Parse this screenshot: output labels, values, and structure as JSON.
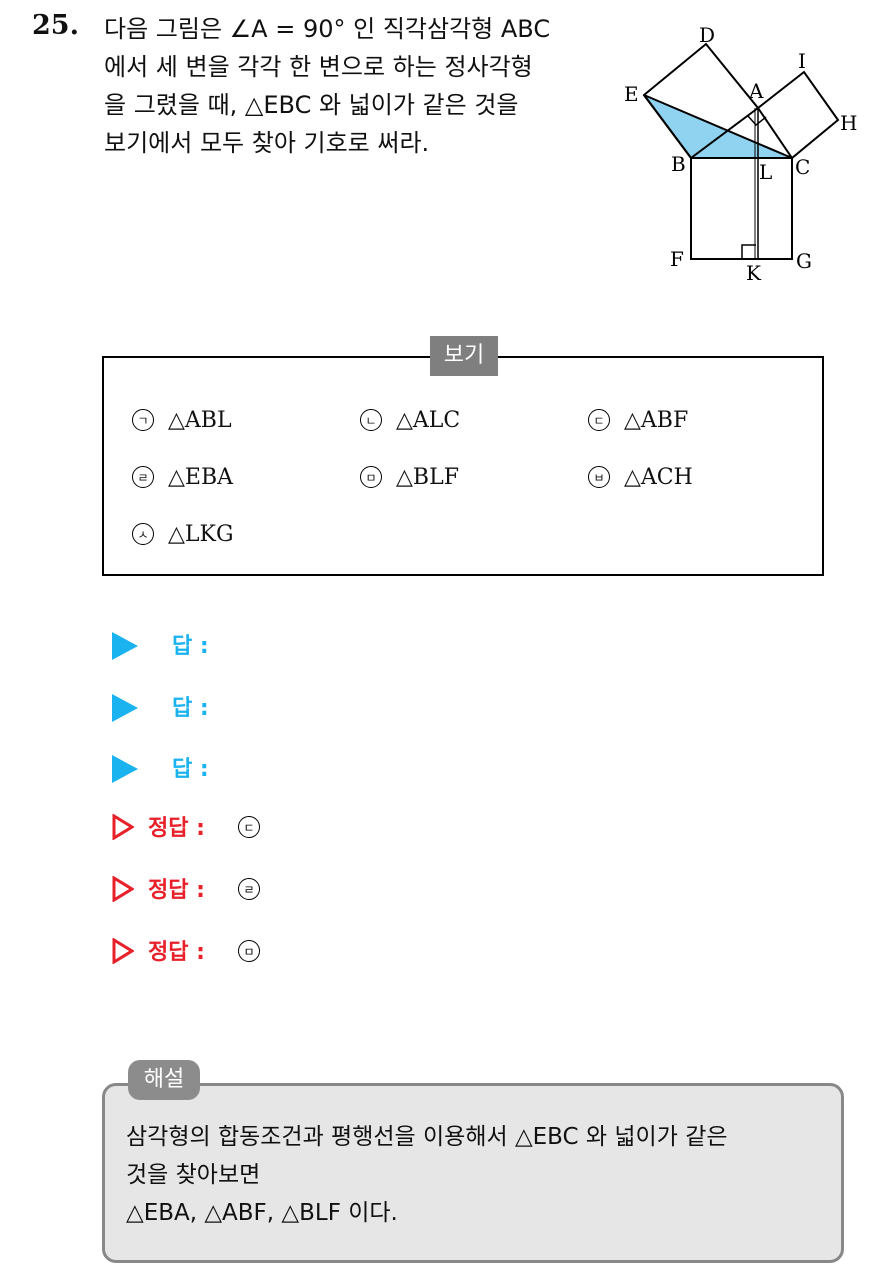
{
  "question": {
    "number": "25.",
    "lines": [
      "다음 그림은 ∠A = 90° 인 직각삼각형 ABC",
      "에서 세 변을 각각 한 변으로 하는 정사각형",
      "을 그렸을 때, △EBC 와 넓이가 같은 것을",
      "보기에서 모두 찾아 기호로 써라."
    ]
  },
  "figure": {
    "labels": {
      "D": "D",
      "I": "I",
      "E": "E",
      "A": "A",
      "H": "H",
      "B": "B",
      "L": "L",
      "C": "C",
      "F": "F",
      "K": "K",
      "G": "G"
    },
    "shade_color": "#8fd3f0"
  },
  "bogi": {
    "title": "보기",
    "choices": [
      {
        "mark": "ㄱ",
        "text": "△ABL"
      },
      {
        "mark": "ㄴ",
        "text": "△ALC"
      },
      {
        "mark": "ㄷ",
        "text": "△ABF"
      },
      {
        "mark": "ㄹ",
        "text": "△EBA"
      },
      {
        "mark": "ㅁ",
        "text": "△BLF"
      },
      {
        "mark": "ㅂ",
        "text": "△ACH"
      },
      {
        "mark": "ㅅ",
        "text": "△LKG"
      }
    ]
  },
  "answers": {
    "blank_label": "답 :",
    "correct_label": "정답 :",
    "correct_values": [
      "ㄷ",
      "ㄹ",
      "ㅁ"
    ]
  },
  "solution": {
    "title": "해설",
    "lines": [
      "삼각형의 합동조건과 평행선을 이용해서 △EBC 와 넓이가 같은",
      "것을 찾아보면",
      "△EBA, △ABF, △BLF 이다."
    ]
  },
  "colors": {
    "blue": "#1ab3f0",
    "red": "#e8202a",
    "gray_box": "#e6e6e6"
  }
}
